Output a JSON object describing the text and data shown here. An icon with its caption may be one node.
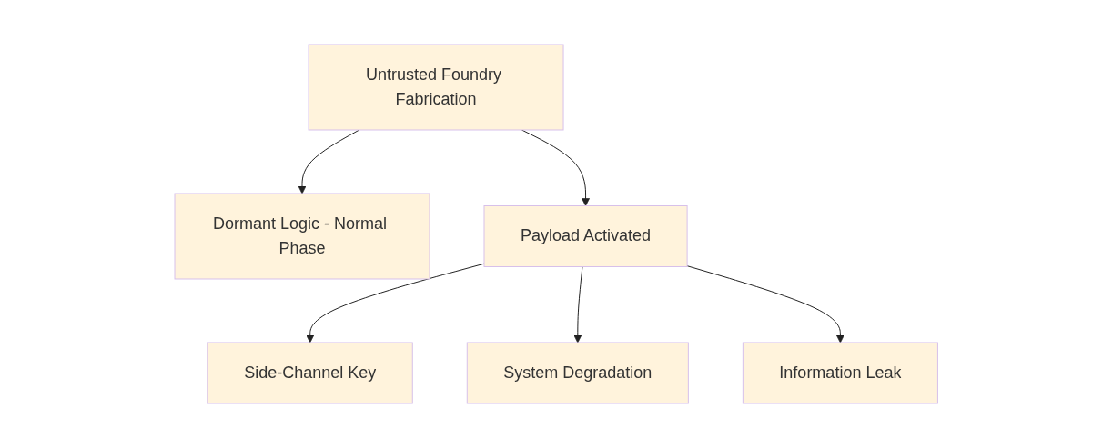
{
  "diagram": {
    "nodes": [
      {
        "text": [
          "Untrusted Foundry Fabrication"
        ]
      },
      {
        "text": [
          "Dormant Logic - Normal Phase"
        ]
      },
      {
        "text": [
          "Payload Activated"
        ]
      },
      {
        "text": [
          "Side-Channel Key"
        ]
      },
      {
        "text": [
          "System Degradation"
        ]
      },
      {
        "text": [
          "Information Leak"
        ]
      }
    ],
    "edges": [
      {
        "from": 0,
        "to": 1,
        "arrow": "to"
      },
      {
        "from": 0,
        "to": 2,
        "arrow": "to"
      },
      {
        "from": 2,
        "to": 3,
        "arrow": "to"
      },
      {
        "from": 2,
        "to": 4,
        "arrow": "to"
      },
      {
        "from": 2,
        "to": 5,
        "arrow": "to"
      }
    ]
  }
}
